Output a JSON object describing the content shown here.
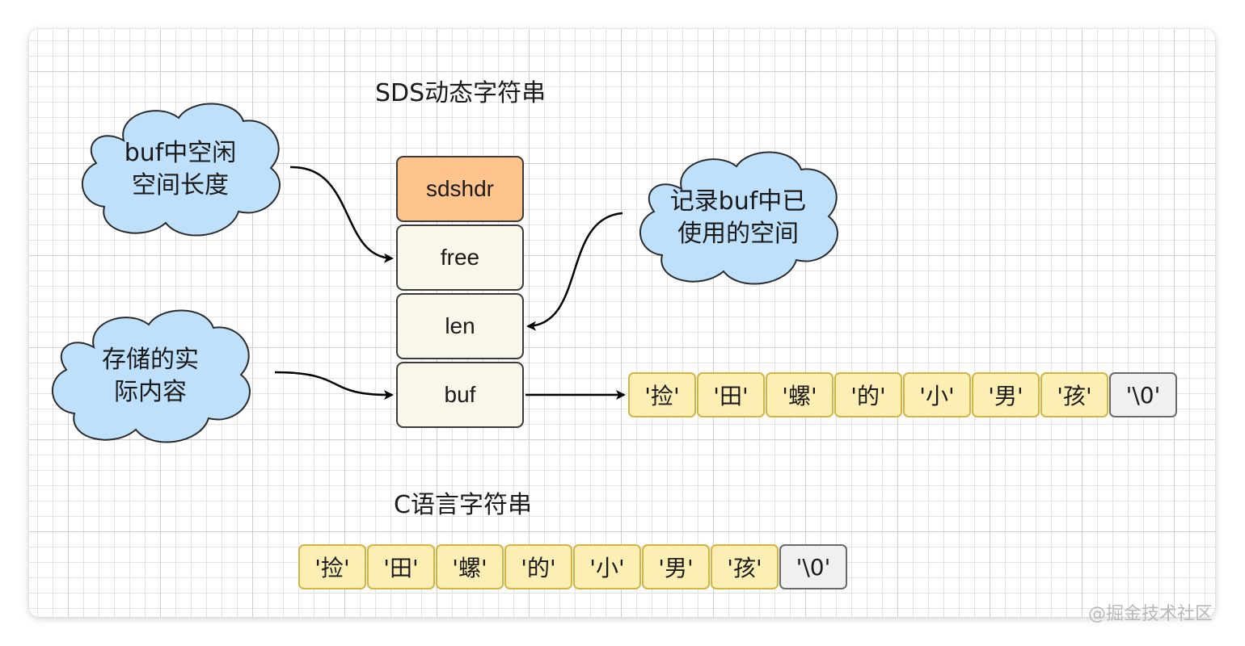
{
  "sds_title": "SDS动态字符串",
  "c_title": "C语言字符串",
  "struct_fields": {
    "header": "sdshdr",
    "free": "free",
    "len": "len",
    "buf": "buf"
  },
  "clouds": {
    "free_note": [
      "buf中空闲",
      "空间长度"
    ],
    "len_note": [
      "记录buf中已",
      "使用的空间"
    ],
    "buf_note": [
      "存储的实",
      "际内容"
    ]
  },
  "sds_buffer": [
    "'捡'",
    "'田'",
    "'螺'",
    "'的'",
    "'小'",
    "'男'",
    "'孩'",
    "'\\0'"
  ],
  "c_string": [
    "'捡'",
    "'田'",
    "'螺'",
    "'的'",
    "'小'",
    "'男'",
    "'孩'",
    "'\\0'"
  ],
  "colors": {
    "cloud_fill": "#bfe0fa",
    "cloud_stroke": "#2b2b2b",
    "header_fill": "#ffc38c",
    "field_fill": "#f9f7ea",
    "cell_fill": "#fdeeb3",
    "cell_stroke": "#d4b443",
    "terminator_fill": "#f0f0f0"
  },
  "watermark": "@掘金技术社区"
}
